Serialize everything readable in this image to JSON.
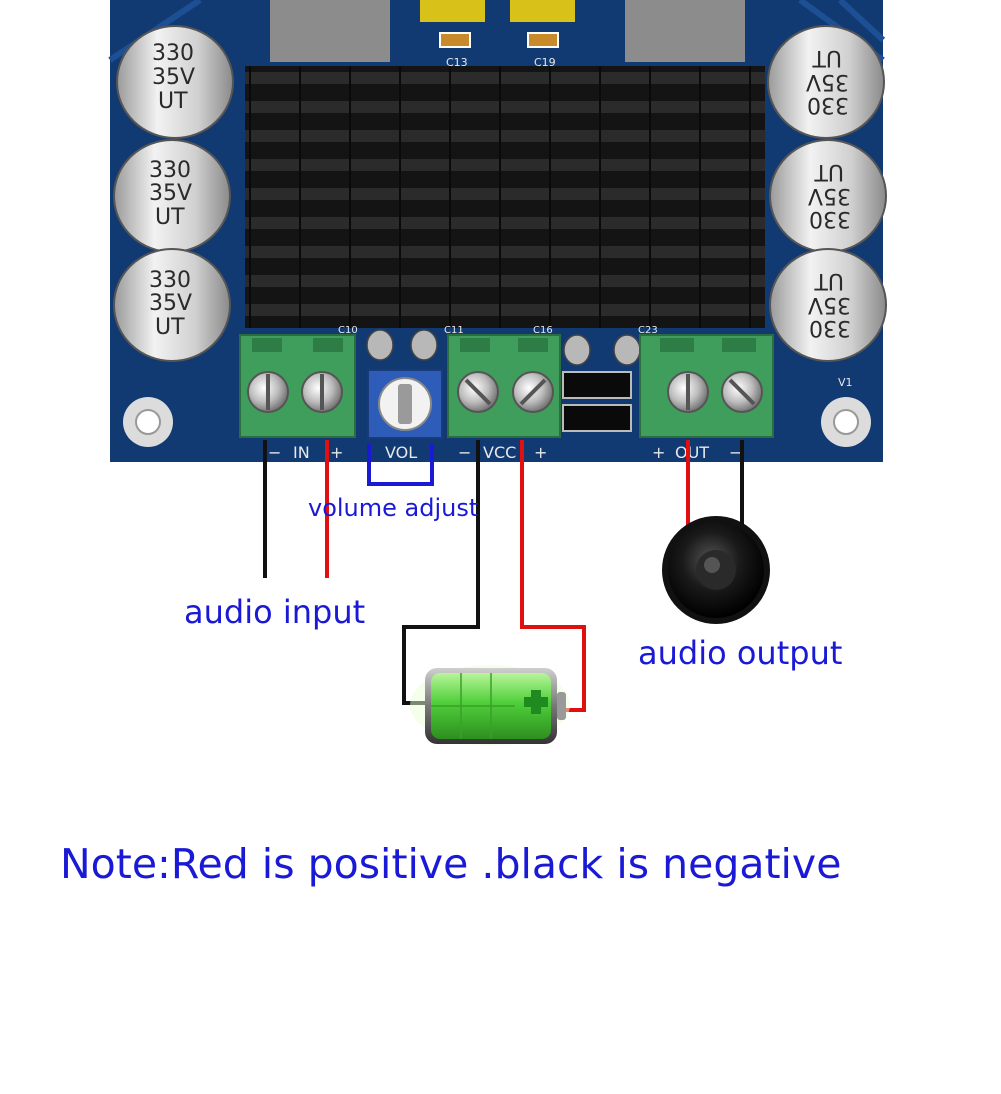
{
  "colors": {
    "pcb": "#123a72",
    "heatsink": "#141414",
    "terminal": "#3f9e5c",
    "label": "#1a1ad6",
    "positive_wire": "#e01010",
    "negative_wire": "#111111",
    "battery": "#4fcf3a"
  },
  "capacitor": {
    "line1": "330",
    "line2": "35V",
    "line3": "UT"
  },
  "silkscreen": {
    "in_minus": "−",
    "in_label": "IN",
    "in_plus": "+",
    "vol_label": "VOL",
    "vcc_minus": "−",
    "vcc_label": "VCC",
    "vcc_plus": "+",
    "out_plus": "+",
    "out_label": "OUT",
    "out_minus": "−",
    "c10": "C10",
    "c11": "C11",
    "c13": "C13",
    "c16": "C16",
    "c19": "C19",
    "c23": "C23",
    "v1": "V1"
  },
  "labels": {
    "volume_adjust": "volume adjust",
    "audio_input": "audio input",
    "audio_output": "audio output",
    "note": "Note:Red is positive .black is negative"
  },
  "icons": {
    "battery": "battery-icon",
    "speaker": "speaker-icon"
  }
}
